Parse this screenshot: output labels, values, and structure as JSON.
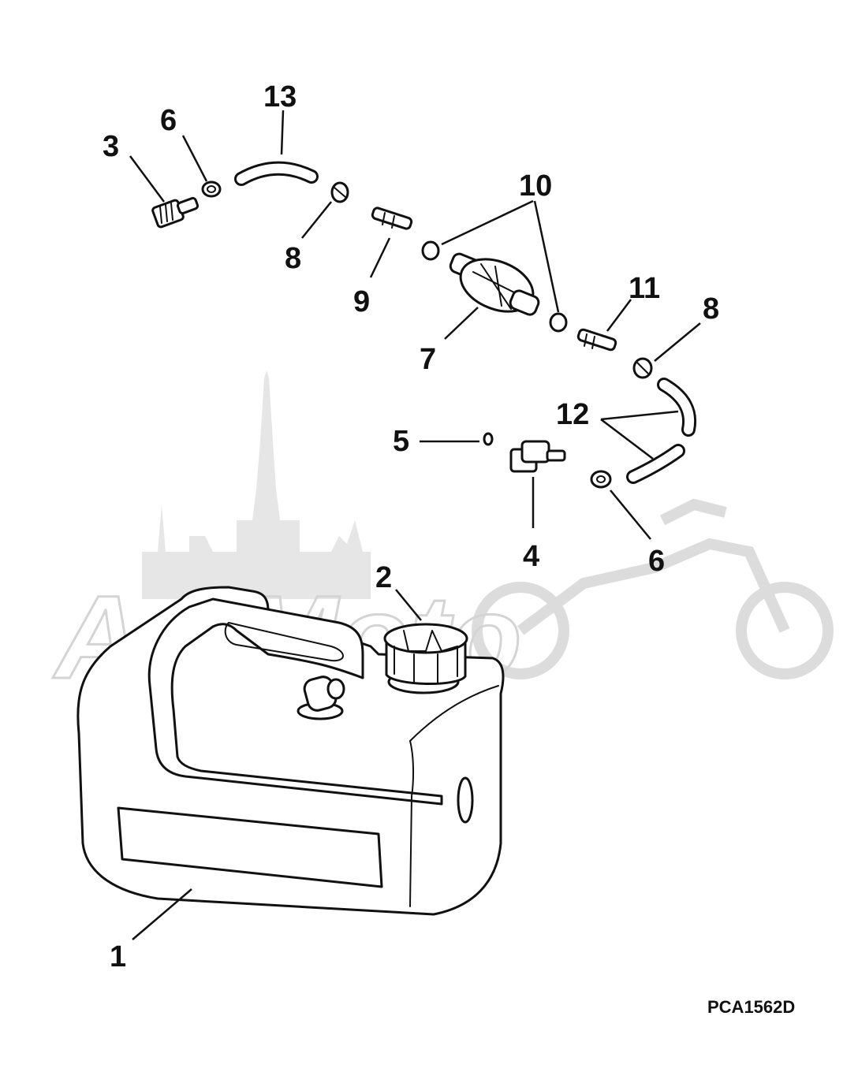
{
  "diagram": {
    "drawing_code": "PCA1562D",
    "watermark_text": "AciMoto",
    "callouts": {
      "c1": "1",
      "c2": "2",
      "c3": "3",
      "c4": "4",
      "c5": "5",
      "c6a": "6",
      "c6b": "6",
      "c7": "7",
      "c8a": "8",
      "c8b": "8",
      "c9": "9",
      "c10": "10",
      "c11": "11",
      "c12": "12",
      "c13": "13"
    }
  }
}
